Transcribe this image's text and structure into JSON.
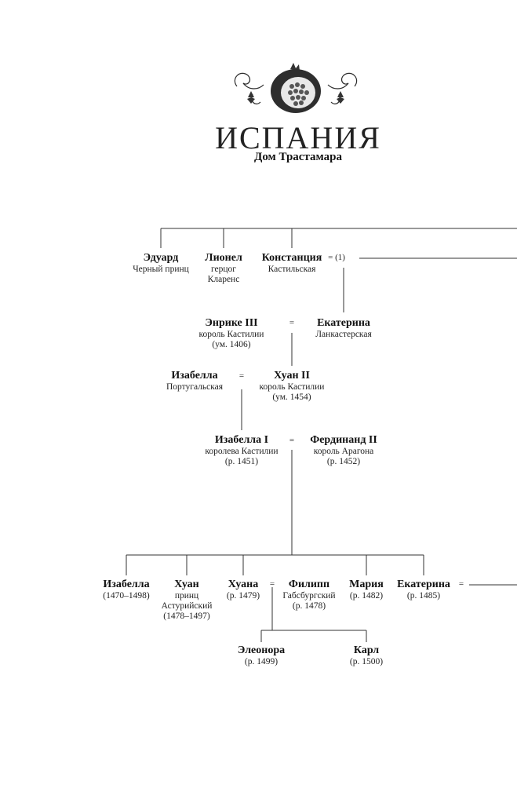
{
  "header": {
    "title": "ИСПАНИЯ",
    "subtitle": "Дом Трастамара",
    "emblem_icon": "pomegranate-ornament-icon"
  },
  "marks": {
    "equals": "=",
    "marriage_number": "(1)"
  },
  "people": {
    "eduard": {
      "name": "Эдуард",
      "desc": [
        "Черный принц"
      ]
    },
    "lionel": {
      "name": "Лионел",
      "desc": [
        "герцог",
        "Кларенс"
      ]
    },
    "constance": {
      "name": "Констанция",
      "desc": [
        "Кастильская"
      ]
    },
    "enrique": {
      "name": "Энрике III",
      "desc": [
        "король Кастилии",
        "(ум. 1406)"
      ]
    },
    "catherine_l": {
      "name": "Екатерина",
      "desc": [
        "Ланкастерская"
      ]
    },
    "isabella_p": {
      "name": "Изабелла",
      "desc": [
        "Португальская"
      ]
    },
    "juan2": {
      "name": "Хуан II",
      "desc": [
        "король Кастилии",
        "(ум. 1454)"
      ]
    },
    "isabella1": {
      "name": "Изабелла I",
      "desc": [
        "королева Кастилии",
        "(р. 1451)"
      ]
    },
    "ferdinand2": {
      "name": "Фердинанд II",
      "desc": [
        "король Арагона",
        "(р. 1452)"
      ]
    },
    "isabella_c": {
      "name": "Изабелла",
      "desc": [
        "(1470–1498)"
      ]
    },
    "juan_c": {
      "name": "Хуан",
      "desc": [
        "принц",
        "Астурийский",
        "(1478–1497)"
      ]
    },
    "juana": {
      "name": "Хуана",
      "desc": [
        "(р. 1479)"
      ]
    },
    "philip": {
      "name": "Филипп",
      "desc": [
        "Габсбургский",
        "(р. 1478)"
      ]
    },
    "maria": {
      "name": "Мария",
      "desc": [
        "(р. 1482)"
      ]
    },
    "catherine_c": {
      "name": "Екатерина",
      "desc": [
        "(р. 1485)"
      ]
    },
    "eleonora": {
      "name": "Элеонора",
      "desc": [
        "(р. 1499)"
      ]
    },
    "karl": {
      "name": "Карл",
      "desc": [
        "(р. 1500)"
      ]
    }
  }
}
